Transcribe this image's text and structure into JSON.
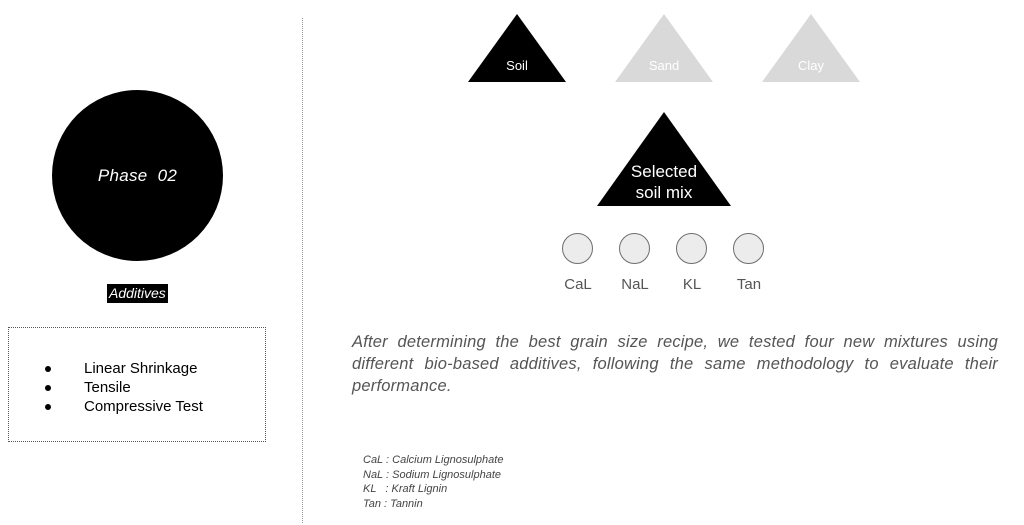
{
  "phase": {
    "title": "Phase  02",
    "subtitle": "Additives"
  },
  "tests": [
    "Linear Shrinkage",
    "Tensile",
    "Compressive Test"
  ],
  "components": [
    {
      "label": "Soil",
      "active": true
    },
    {
      "label": "Sand",
      "active": false
    },
    {
      "label": "Clay",
      "active": false
    }
  ],
  "selected_mix": {
    "line1": "Selected",
    "line2": "soil mix"
  },
  "additives": [
    "CaL",
    "NaL",
    "KL",
    "Tan"
  ],
  "description": "After determining the best grain size recipe, we tested four new mixtures using different bio-based additives, following the same methodology to evaluate their performance.",
  "legend": [
    "CaL : Calcium Lignosulphate",
    "NaL : Sodium Lignosulphate",
    "KL   : Kraft Lignin",
    "Tan : Tannin"
  ],
  "colors": {
    "active": "#000000",
    "inactive": "#d9d9d9",
    "additive_fill": "#ececec",
    "additive_border": "#6e6e6e"
  }
}
